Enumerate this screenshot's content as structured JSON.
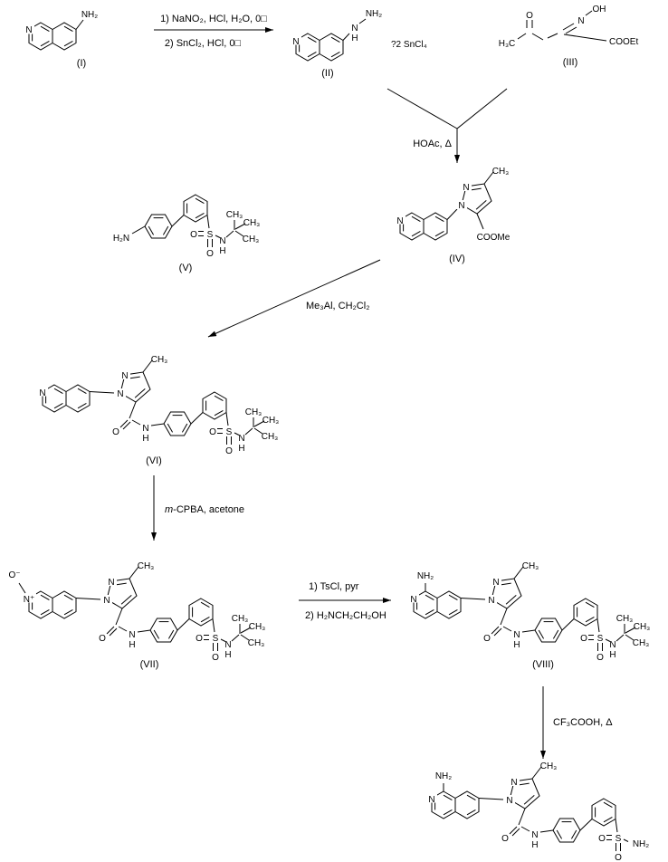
{
  "scheme": {
    "compound_labels": {
      "i": "(I)",
      "ii": "(II)",
      "iii": "(III)",
      "iv": "(IV)",
      "v": "(V)",
      "vi": "(VI)",
      "vii": "(VII)",
      "viii": "(VIII)"
    },
    "atoms": {
      "n": "N",
      "n_plus": "N⁺",
      "o_minus": "O⁻",
      "nh2": "NH₂",
      "h2n": "H₂N",
      "h": "H",
      "o": "O",
      "s": "S",
      "oh": "OH",
      "h3c": "H₃C",
      "ch3": "CH₃",
      "cooet": "COOEt",
      "coome": "COOMe",
      "sn_salt": "?2 SnCl₄"
    },
    "reagents": {
      "step1_line1": "1) NaNO₂, HCl, H₂O, 0□",
      "step1_line2": "2) SnCl₂, HCl, 0□",
      "step2": "HOAc, Δ",
      "step3": "Me₃Al, CH₂Cl₂",
      "step4_m": "m",
      "step4_rest": "-CPBA, acetone",
      "step5_line1": "1) TsCl, pyr",
      "step5_line2": "2) H₂NCH₂CH₂OH",
      "step6": "CF₃COOH, Δ"
    }
  }
}
